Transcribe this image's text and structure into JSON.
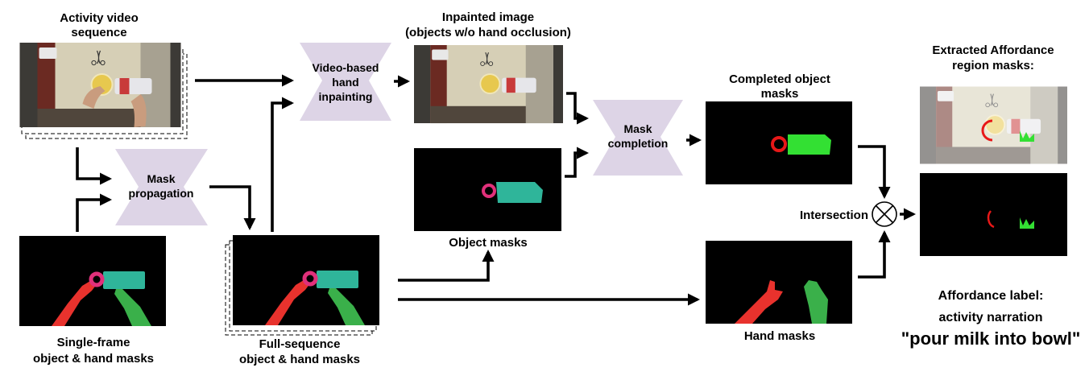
{
  "labels": {
    "activity_video": [
      "Activity video",
      "sequence"
    ],
    "single_frame": [
      "Single-frame",
      "object & hand masks"
    ],
    "full_sequence": [
      "Full-sequence",
      "object & hand masks"
    ],
    "inpainted": [
      "Inpainted image",
      "(objects w/o hand occlusion)"
    ],
    "object_masks": "Object masks",
    "completed_masks": [
      "Completed object",
      "masks"
    ],
    "hand_masks": "Hand masks",
    "intersection": "Intersection",
    "extracted": [
      "Extracted Affordance",
      "region masks:"
    ],
    "affordance_label": "Affordance label:",
    "activity_narration": "activity narration",
    "narration_quote": "\"pour milk into bowl\""
  },
  "modules": {
    "mask_propagation": [
      "Mask",
      "propagation"
    ],
    "hand_inpainting": [
      "Video-based",
      "hand",
      "inpainting"
    ],
    "mask_completion": [
      "Mask",
      "completion"
    ]
  },
  "colors": {
    "module_fill": "#ddd4e6",
    "hand_left": "#e8322d",
    "hand_right": "#3ab04a",
    "object_teal": "#2fb59a",
    "ring_pink": "#e0307a",
    "ring_red": "#e81818",
    "object_green": "#33e033",
    "mask_bg": "#000000",
    "arrow": "#000000"
  },
  "icons": {
    "intersection": "circled-times-icon"
  }
}
